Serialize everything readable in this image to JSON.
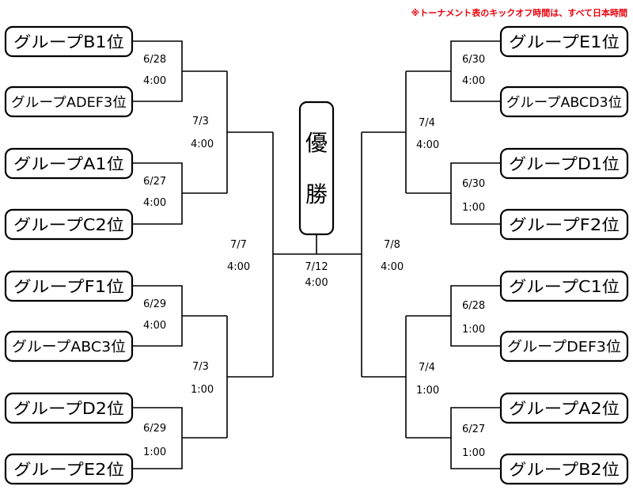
{
  "note": "※トーナメント表のキックオフ時間は、すべて日本時間",
  "champion": [
    "優",
    "勝"
  ],
  "teams": {
    "left": [
      "グループB1位",
      "グループADEF3位",
      "グループA1位",
      "グループC2位",
      "グループF1位",
      "グループABC3位",
      "グループD2位",
      "グループE2位"
    ],
    "right": [
      "グループE1位",
      "グループABCD3位",
      "グループD1位",
      "グループF2位",
      "グループC1位",
      "グループDEF3位",
      "グループA2位",
      "グループB2位"
    ]
  },
  "round16": {
    "left": [
      {
        "date": "6/28",
        "time": "4:00"
      },
      {
        "date": "6/27",
        "time": "4:00"
      },
      {
        "date": "6/29",
        "time": "4:00"
      },
      {
        "date": "6/29",
        "time": "1:00"
      }
    ],
    "right": [
      {
        "date": "6/30",
        "time": "4:00"
      },
      {
        "date": "6/30",
        "time": "1:00"
      },
      {
        "date": "6/28",
        "time": "1:00"
      },
      {
        "date": "6/27",
        "time": "1:00"
      }
    ]
  },
  "quarter": {
    "left": [
      {
        "date": "7/3",
        "time": "4:00"
      },
      {
        "date": "7/3",
        "time": "1:00"
      }
    ],
    "right": [
      {
        "date": "7/4",
        "time": "4:00"
      },
      {
        "date": "7/4",
        "time": "1:00"
      }
    ]
  },
  "semi": {
    "left": {
      "date": "7/7",
      "time": "4:00"
    },
    "right": {
      "date": "7/8",
      "time": "4:00"
    }
  },
  "final": {
    "date": "7/12",
    "time": "4:00"
  }
}
